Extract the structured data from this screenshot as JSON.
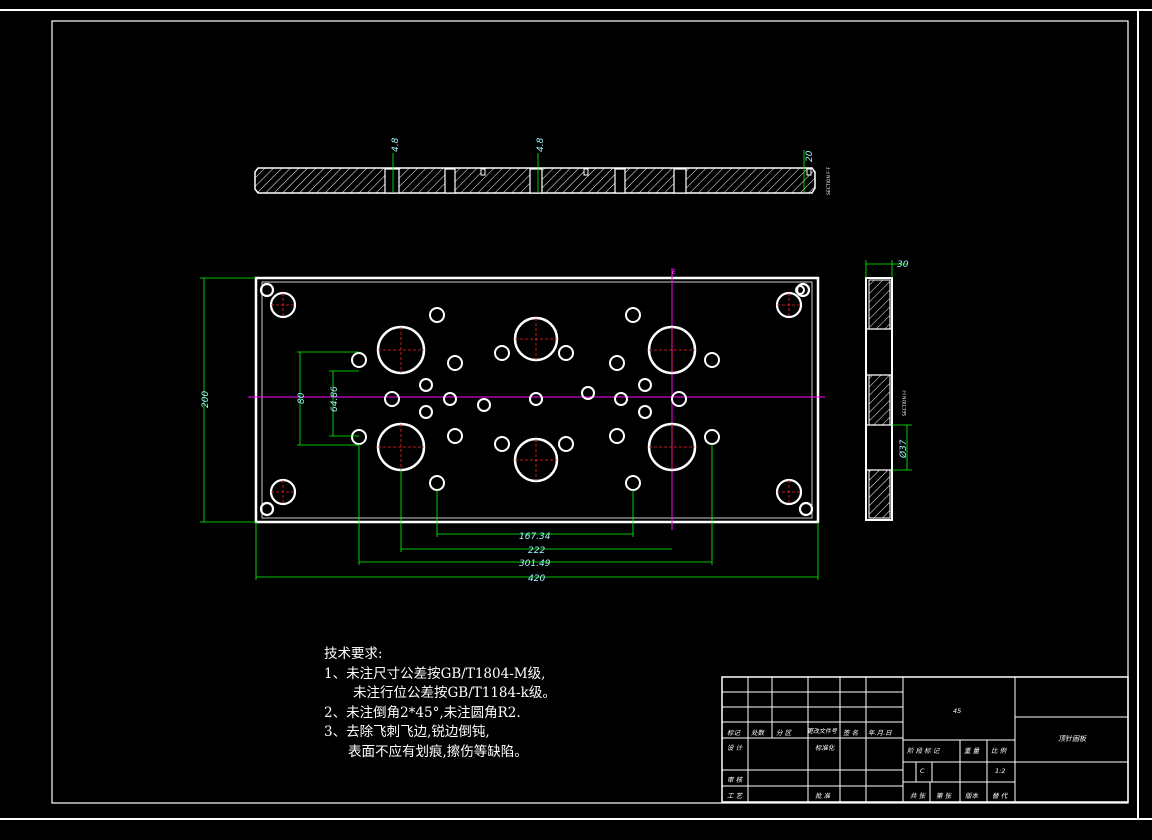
{
  "drawing": {
    "top_view_dims": {
      "height": "200",
      "d1": "80",
      "d2": "64.86",
      "w1": "167.34",
      "w2": "222",
      "w3": "301.49",
      "w4": "420"
    },
    "front_view_dims": {
      "t1": "4.8",
      "t2": "4.8",
      "t3": "20"
    },
    "side_view_dims": {
      "s1": "30",
      "s2": "Ø37"
    },
    "section_labels": {
      "front": "SECTION F-F",
      "side": "SECTION I-I"
    },
    "marker": "E"
  },
  "tech_requirements": {
    "title": "技术要求:",
    "line1": "1、未注尺寸公差按GB/T1804-M级,",
    "line1b": "未注行位公差按GB/T1184-k级。",
    "line2": "2、未注倒角2*45°,未注圆角R2.",
    "line3": "3、去除飞刺飞边,锐边倒钝,",
    "line3b": "表面不应有划痕,擦伤等缺陷。"
  },
  "title_block": {
    "material": "45",
    "part_name": "顶针固板",
    "labels": {
      "mark": "标记",
      "count": "处数",
      "zone": "分 区",
      "change_doc": "更改文件号",
      "sign": "签 名",
      "date": "年.月.日",
      "design": "设 计",
      "standard": "标准化",
      "review": "审 核",
      "process": "工 艺",
      "approve": "批 准",
      "stage_mark": "阶 段 标 记",
      "weight": "重 量",
      "scale_label": "比 例",
      "scale": "1:2",
      "stage_c": "C",
      "sheets_total": "共 张",
      "sheet_no": "第 张",
      "version": "版本",
      "replace": "替 代"
    }
  }
}
